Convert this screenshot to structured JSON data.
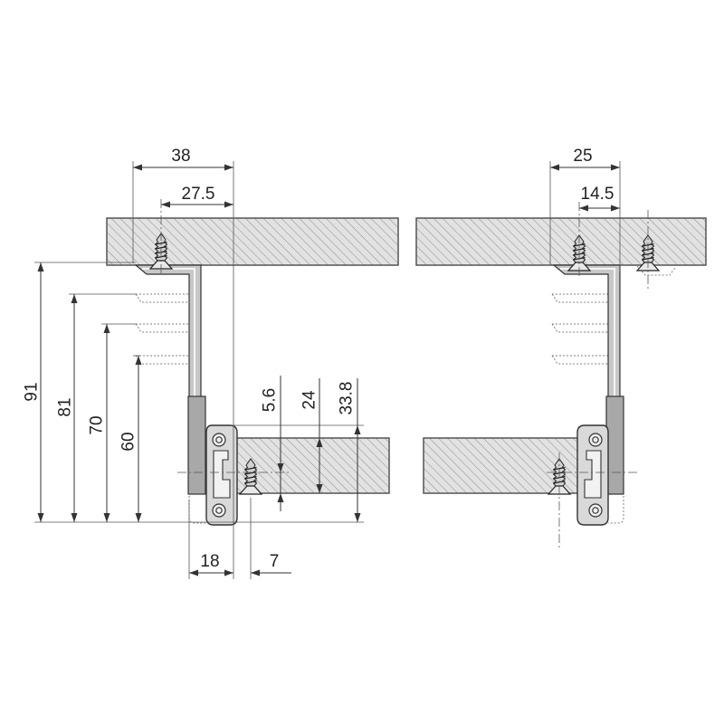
{
  "labels": {
    "left_overall": "38",
    "left_screw": "27.5",
    "right_overall": "25",
    "right_screw": "14.5",
    "height_a": "91",
    "height_b": "81",
    "height_c": "70",
    "height_d": "60",
    "screw_offset": "5.6",
    "board_thickness": "24",
    "slide_height": "33.8",
    "rail_gap": "18",
    "screw_inset": "7"
  },
  "colors": {
    "metal": "#c8c8c8",
    "rail": "#a8a8a8",
    "wood": "#e2e2e2",
    "hatch": "#8c8c8c",
    "ink": "#333333"
  }
}
